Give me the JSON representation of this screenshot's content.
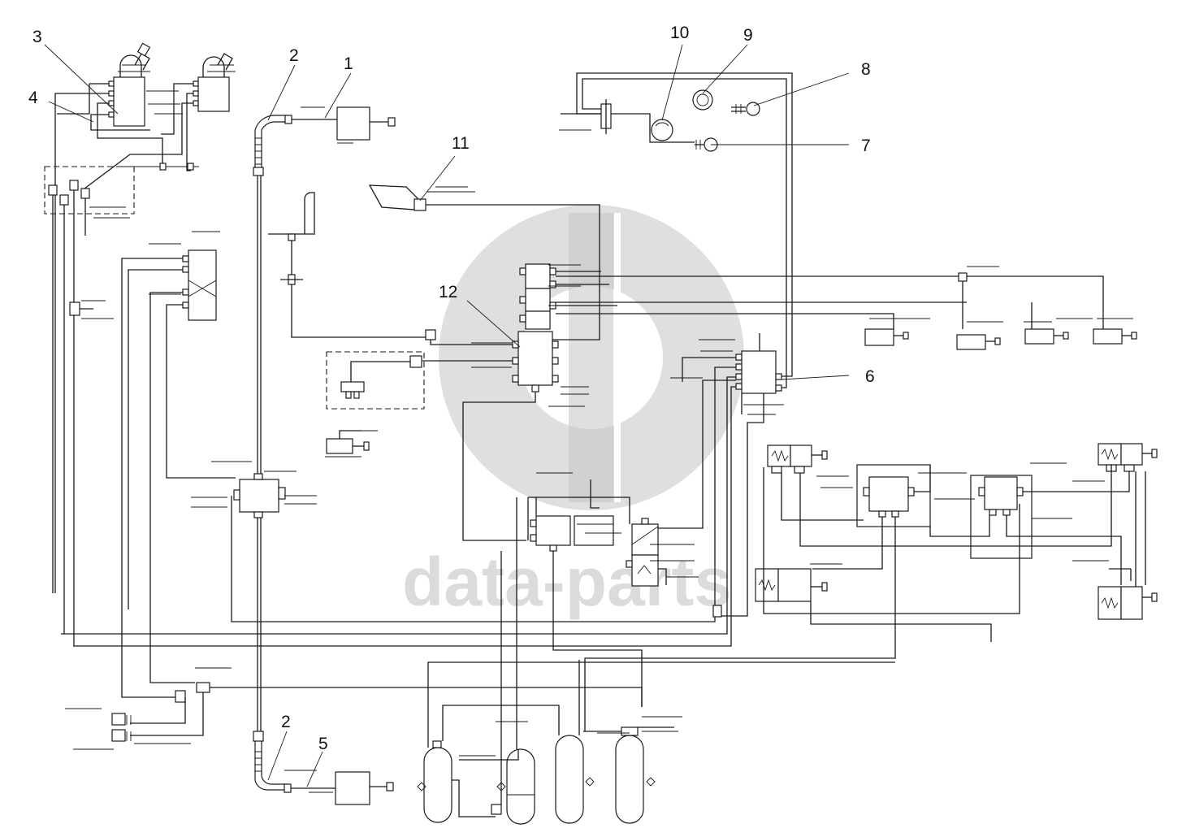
{
  "watermark": {
    "text": "data-parts",
    "color": "#c8c8c8"
  },
  "callouts": [
    {
      "id": "1",
      "label": "1"
    },
    {
      "id": "2a",
      "label": "2"
    },
    {
      "id": "2b",
      "label": "2"
    },
    {
      "id": "3",
      "label": "3"
    },
    {
      "id": "4",
      "label": "4"
    },
    {
      "id": "5",
      "label": "5"
    },
    {
      "id": "6",
      "label": "6"
    },
    {
      "id": "7",
      "label": "7"
    },
    {
      "id": "8",
      "label": "8"
    },
    {
      "id": "9",
      "label": "9"
    },
    {
      "id": "10",
      "label": "10"
    },
    {
      "id": "11",
      "label": "11"
    },
    {
      "id": "12",
      "label": "12"
    }
  ],
  "colors": {
    "line": "#1a1a1a",
    "background": "#ffffff"
  }
}
